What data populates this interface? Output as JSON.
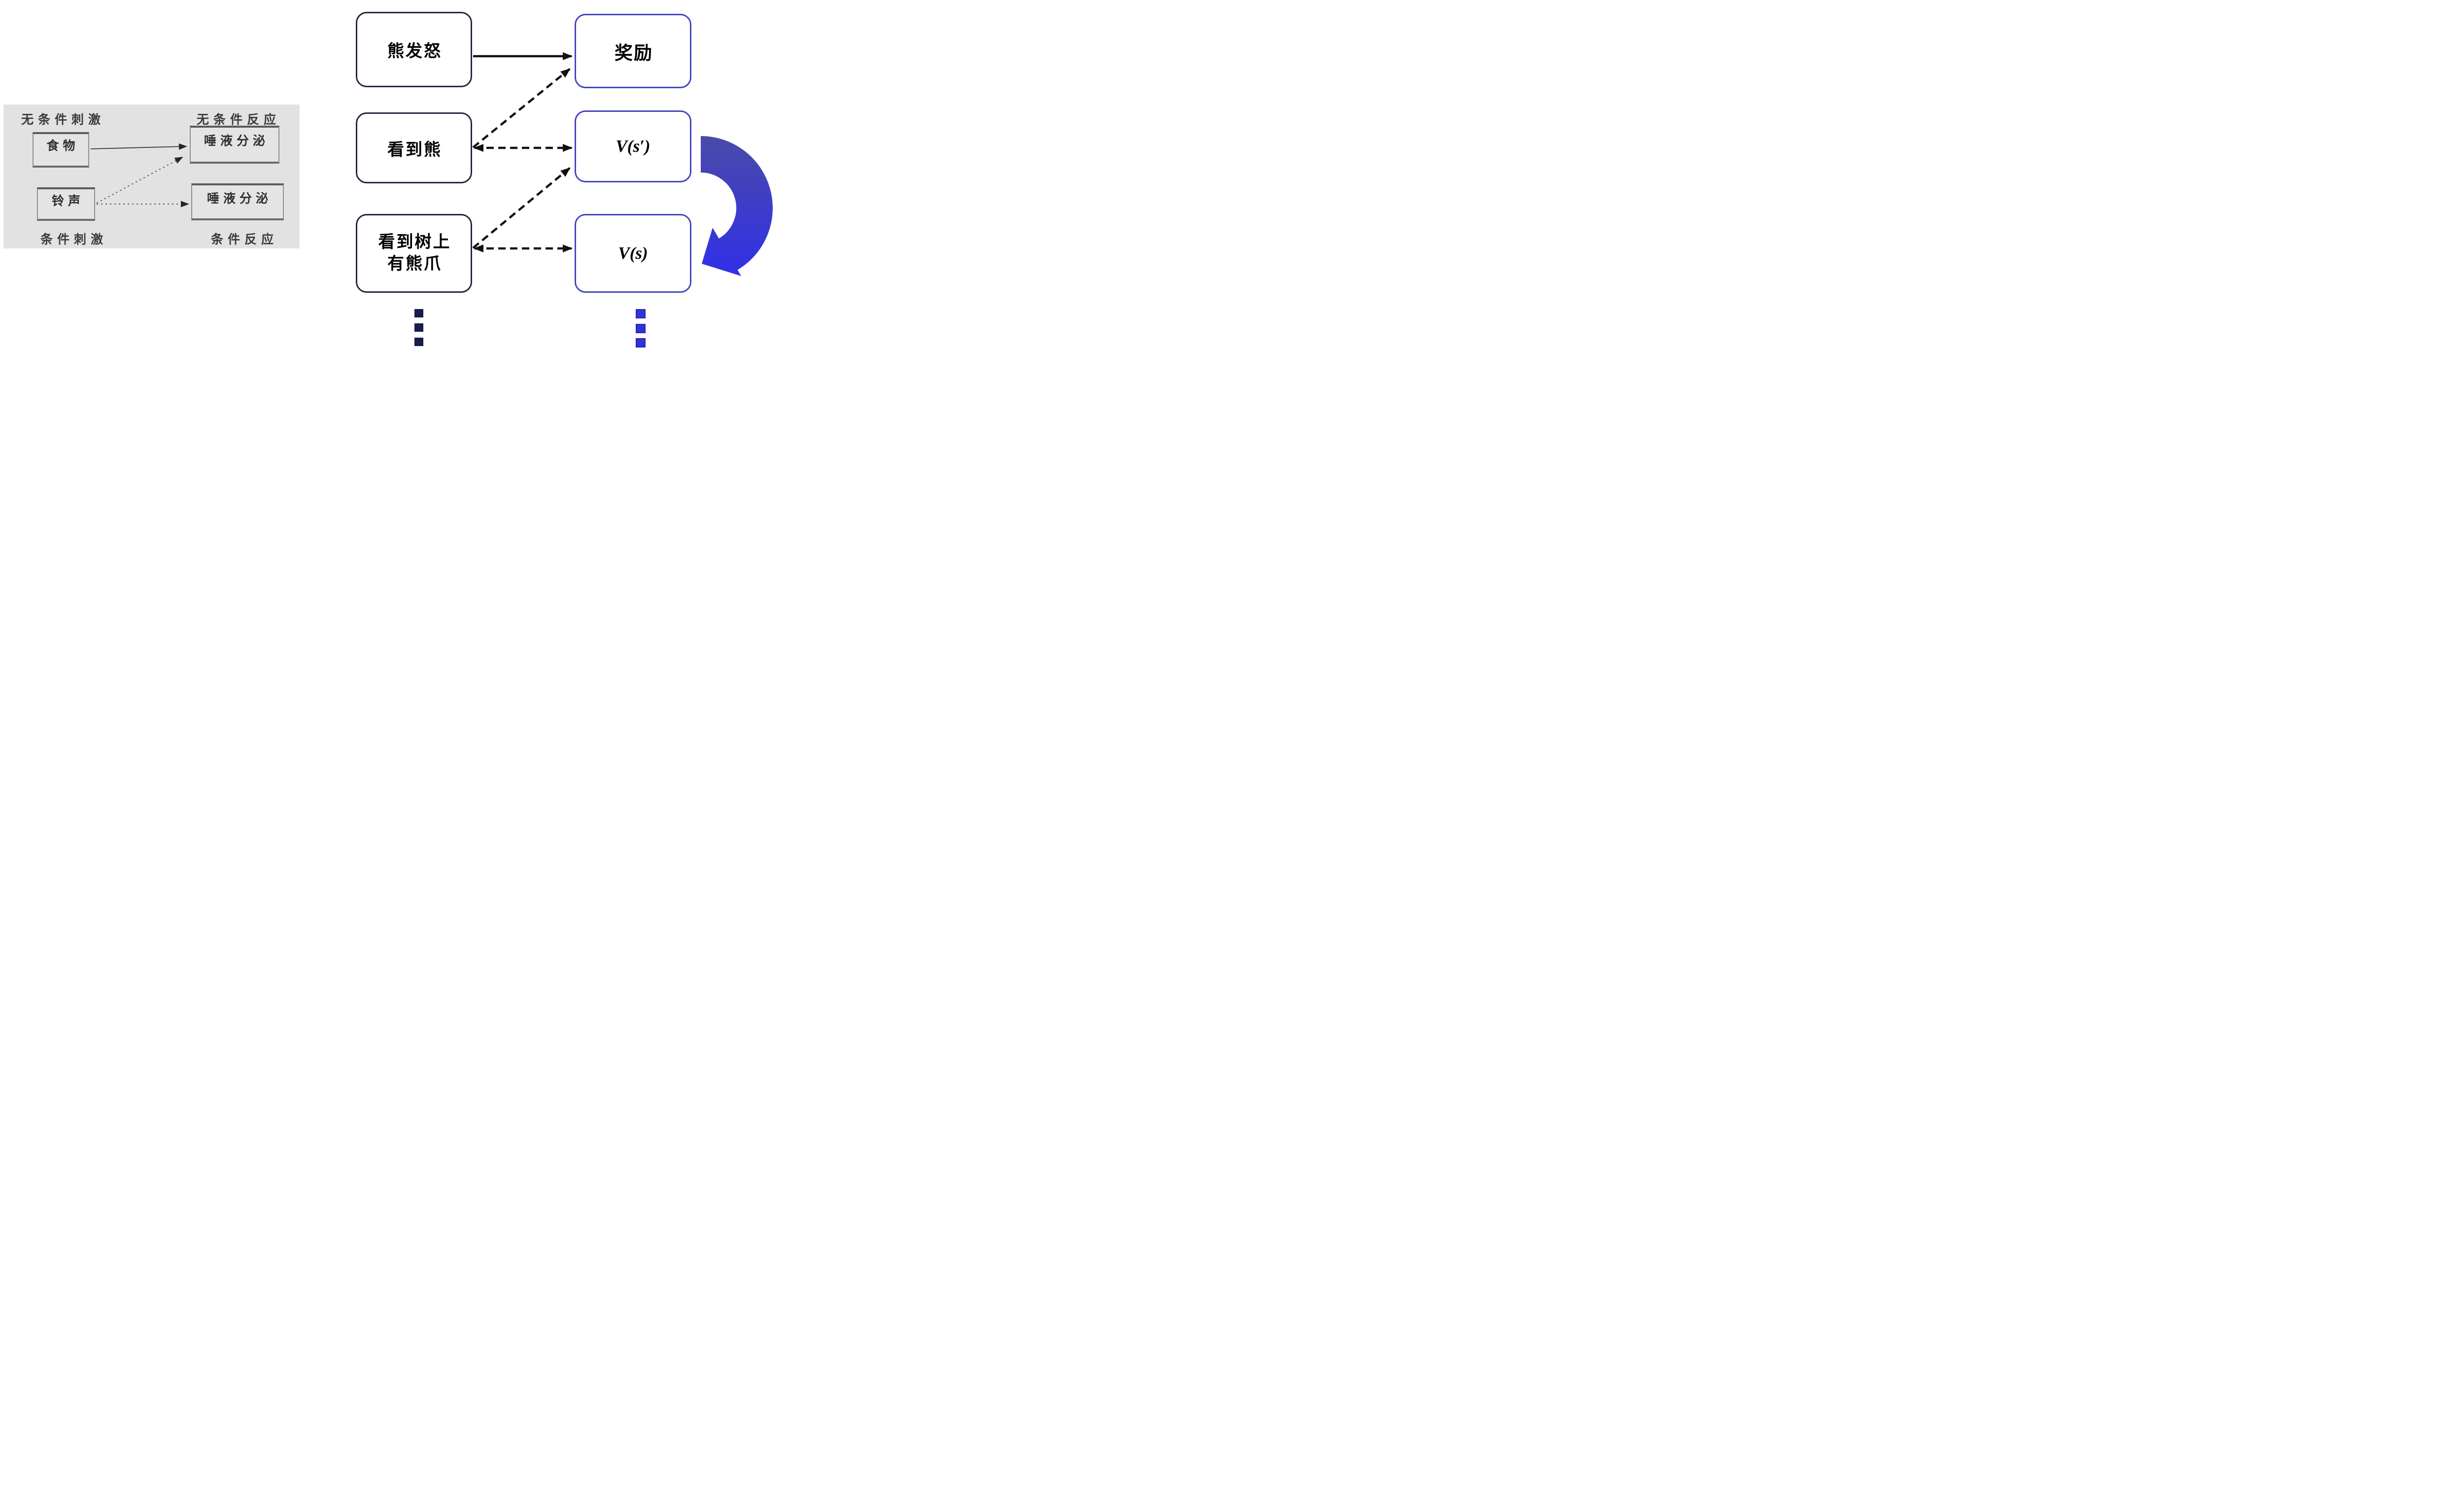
{
  "colors": {
    "panel_bg": "#e2e2e2",
    "left_node_border": "#26263e",
    "right_node_border": "#4444c0",
    "arrow_black": "#111111",
    "left_panel_ink": "#3b3b3b",
    "loop_arrow_top": "#4a4aa8",
    "loop_arrow_bottom": "#2d2df0",
    "dots_left": "#1b1b52",
    "dots_right": "#3232d8"
  },
  "left_panel": {
    "labels": {
      "ucs": "无条件刺激",
      "ucr": "无条件反应",
      "cs": "条件刺激",
      "cr": "条件反应"
    },
    "nodes": {
      "food": "食物",
      "bell": "铃声",
      "salivation_top": "唾液分泌",
      "salivation_bottom": "唾液分泌"
    },
    "edges": [
      {
        "from": "food",
        "to": "salivation_top",
        "style": "solid-arrow"
      },
      {
        "from": "bell",
        "to": "salivation_top",
        "style": "dotted-arrow"
      },
      {
        "from": "bell",
        "to": "salivation_bottom",
        "style": "dotted-arrow"
      }
    ]
  },
  "rl_diagram": {
    "nodes": {
      "bear_angry": "熊发怒",
      "reward": "奖励",
      "see_bear": "看到熊",
      "v_s_prime": "V(s′)",
      "see_claw_line1": "看到树上",
      "see_claw_line2": "有熊爪",
      "v_s": "V(s)"
    },
    "edges": [
      {
        "from": "bear_angry",
        "to": "reward",
        "style": "solid-arrow"
      },
      {
        "from": "see_bear",
        "to": "reward",
        "style": "dashed-arrow"
      },
      {
        "from": "see_bear",
        "to": "v_s_prime",
        "style": "dashed-double-arrow"
      },
      {
        "from": "see_claw",
        "to": "v_s_prime",
        "style": "dashed-arrow"
      },
      {
        "from": "see_claw",
        "to": "v_s",
        "style": "dashed-double-arrow"
      }
    ],
    "loop_arrow": "curved blue arrow from V(s′) back down to V(s)",
    "ellipsis_left_count": 3,
    "ellipsis_right_count": 3
  }
}
